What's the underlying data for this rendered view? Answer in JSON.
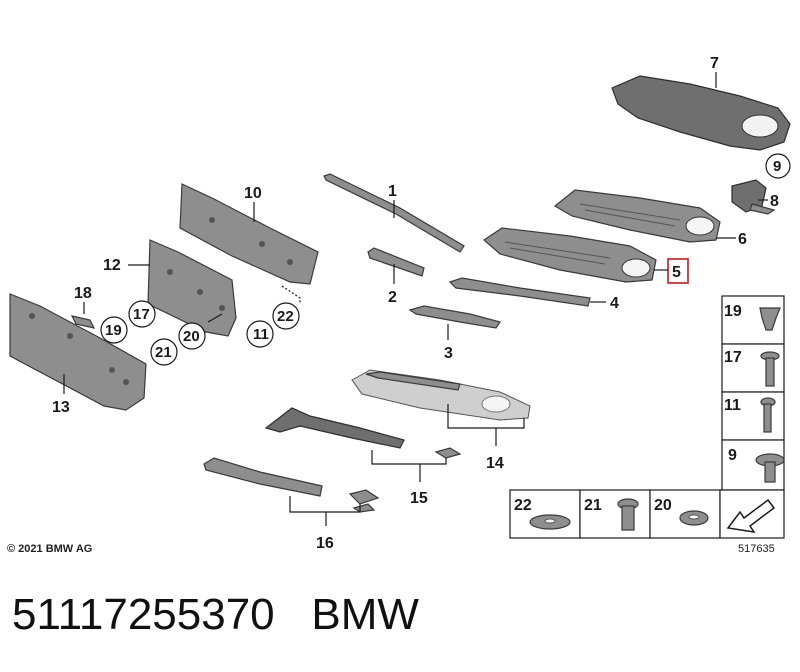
{
  "diagram": {
    "labels": [
      "1",
      "2",
      "3",
      "4",
      "5",
      "6",
      "7",
      "8",
      "9",
      "10",
      "11",
      "12",
      "13",
      "14",
      "15",
      "16",
      "17",
      "18",
      "19",
      "20",
      "21",
      "22"
    ],
    "circled_labels": [
      "9",
      "11",
      "17",
      "19",
      "20",
      "21",
      "22"
    ],
    "highlighted_label": "5",
    "fastener_panel": [
      "19",
      "17",
      "11",
      "9"
    ],
    "bottom_panel": [
      "22",
      "21",
      "20"
    ]
  },
  "footer": {
    "copyright": "© 2021 BMW AG",
    "ref_number": "517635",
    "part_number": "51117255370",
    "brand": "BMW"
  },
  "colors": {
    "highlight": "#d32f2f",
    "part_gray": "#8e8e8e"
  }
}
